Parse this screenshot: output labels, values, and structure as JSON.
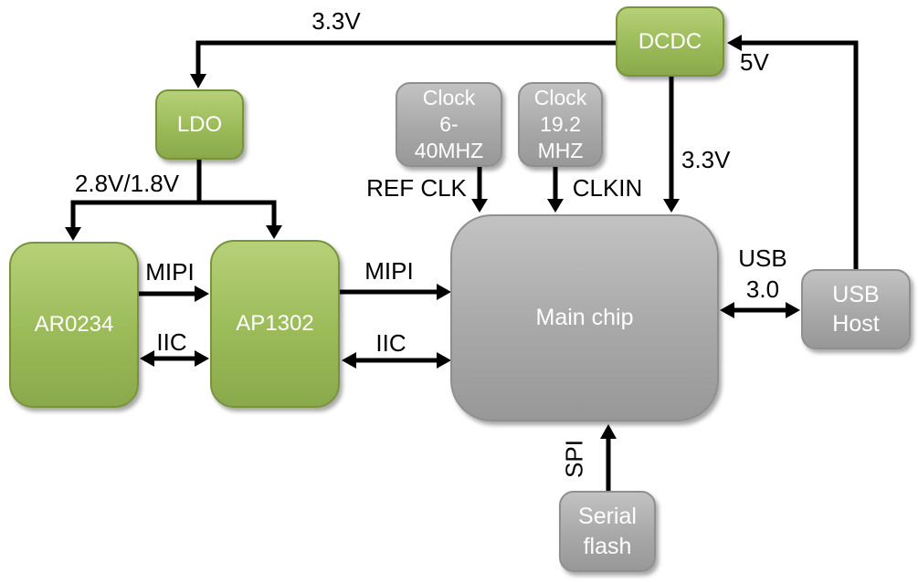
{
  "colors": {
    "background": "#ffffff",
    "connector": "#000000",
    "label-text": "#000000",
    "block-text": "#ffffff",
    "green-light": "#b6d077",
    "green-fill": "#9bbb59",
    "green-dark": "#89a94c",
    "green-border": "#77933c",
    "gray-light": "#c2c2c2",
    "gray-fill": "#a8a8a8",
    "gray-dark": "#989898",
    "gray-border": "#8f8f8f"
  },
  "blocks": {
    "ldo": {
      "label": "LDO"
    },
    "dcdc": {
      "label": "DCDC"
    },
    "clock_ref": {
      "line1": "Clock",
      "line2": "6-",
      "line3": "40MHZ"
    },
    "clock_192": {
      "line1": "Clock",
      "line2": "19.2",
      "line3": "MHZ"
    },
    "ar0234": {
      "label": "AR0234"
    },
    "ap1302": {
      "label": "AP1302"
    },
    "main_chip": {
      "label": "Main chip"
    },
    "usb_host": {
      "line1": "USB",
      "line2": "Host"
    },
    "serial_flash": {
      "line1": "Serial",
      "line2": "flash"
    }
  },
  "edge_labels": {
    "rail_3v3": "3.3V",
    "rail_5v": "5V",
    "rail_2v8_1v8": "2.8V/1.8V",
    "sensor_mipi": "MIPI",
    "sensor_iic": "IIC",
    "isp_mipi": "MIPI",
    "isp_iic": "IIC",
    "ref_clk": "REF CLK",
    "clkin": "CLKIN",
    "chip_3v3": "3.3V",
    "usb30_line1": "USB",
    "usb30_line2": "3.0",
    "spi": "SPI"
  }
}
